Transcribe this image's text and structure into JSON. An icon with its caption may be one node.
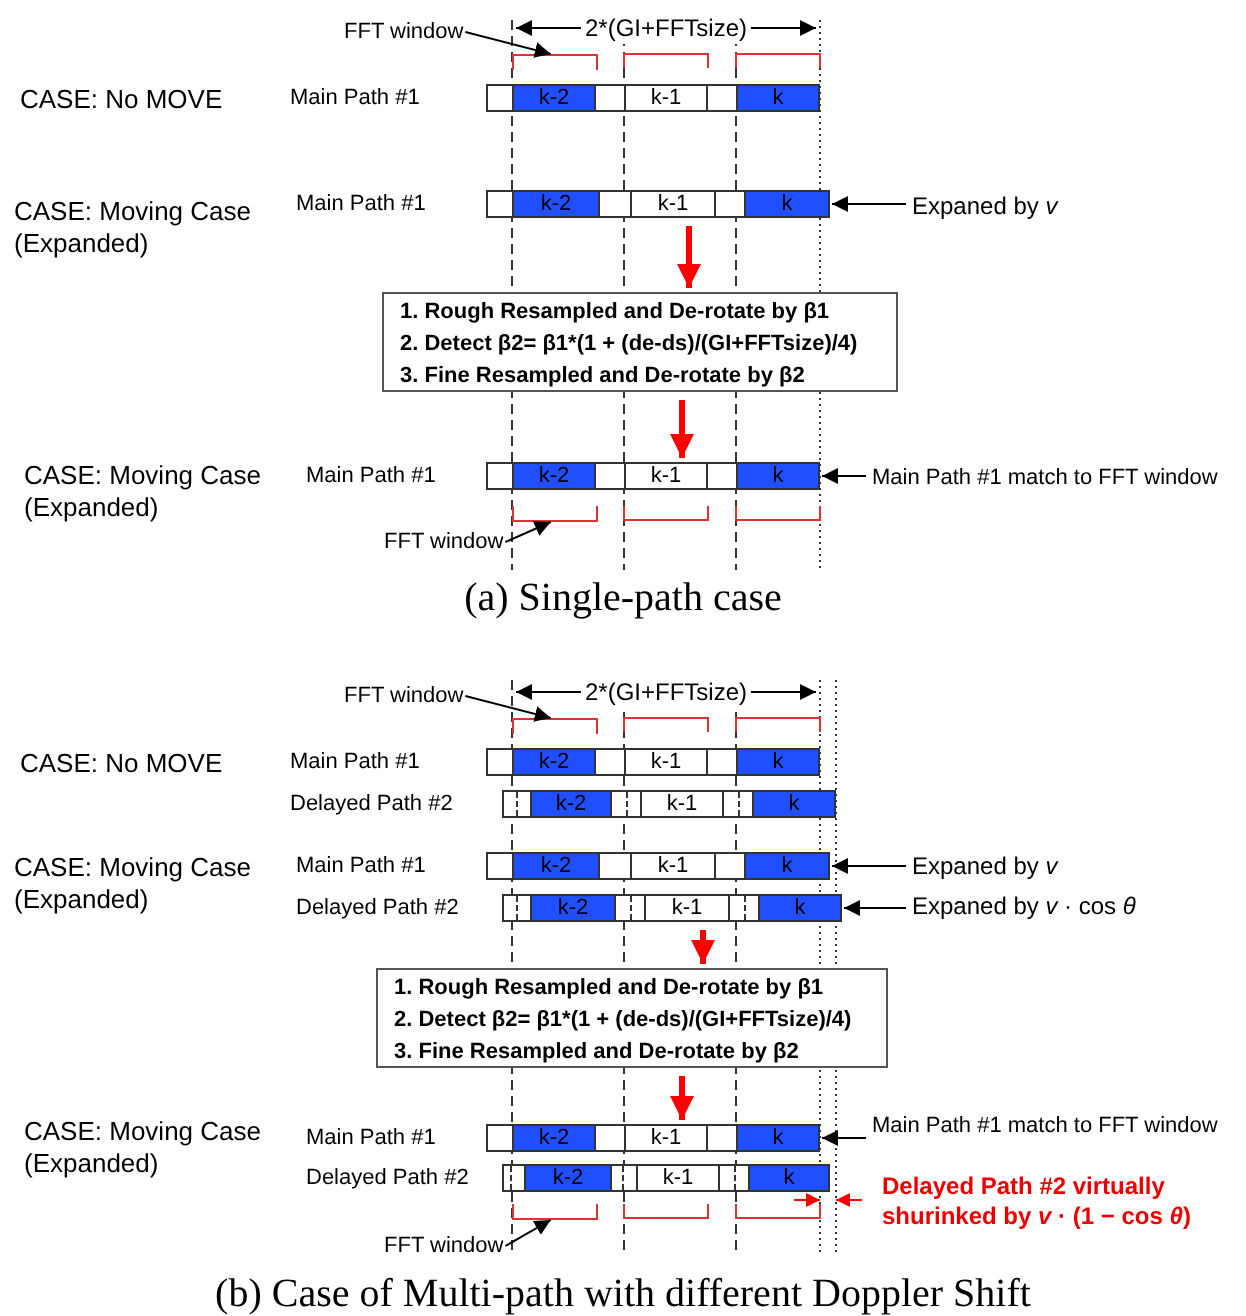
{
  "diagram": {
    "nodes": [
      {
        "text": [
          "FFT window"
        ]
      },
      {
        "text": [
          "Main Path #1"
        ]
      },
      {
        "text": [
          "k-2"
        ],
        "in": 1
      },
      {
        "text": [
          "k-1"
        ],
        "in": 1
      },
      {
        "text": [
          "k"
        ],
        "in": 1
      },
      {
        "text": [
          "Main Path #1"
        ]
      },
      {
        "text": [
          "k-2"
        ],
        "in": 5
      },
      {
        "text": [
          "k-1"
        ],
        "in": 5
      },
      {
        "text": [
          "k"
        ],
        "in": 5
      },
      {
        "text": [
          "Expaned by *v*"
        ]
      },
      {
        "text": [
          "1. Rough Resampled and De-rotate by β1",
          "2. Detect β2= β1*(1 + (de-ds)/(GI+FFTsize)/4)",
          "3. Fine Resampled and De-rotate by β2"
        ]
      },
      {
        "text": [
          "Main Path #1"
        ]
      },
      {
        "text": [
          "k-2"
        ],
        "in": 11
      },
      {
        "text": [
          "k-1"
        ],
        "in": 11
      },
      {
        "text": [
          "k"
        ],
        "in": 11
      },
      {
        "text": [
          "Main Path #1 match to FFT window"
        ]
      },
      {
        "text": [
          "FFT window"
        ]
      },
      {
        "text": [
          "FFT window"
        ]
      },
      {
        "text": [
          "Main Path #1"
        ]
      },
      {
        "text": [
          "k-2"
        ],
        "in": 18
      },
      {
        "text": [
          "k-1"
        ],
        "in": 18
      },
      {
        "text": [
          "k"
        ],
        "in": 18
      },
      {
        "text": [
          "Delayed Path #2"
        ]
      },
      {
        "text": [
          "k-2"
        ],
        "in": 22
      },
      {
        "text": [
          "k-1"
        ],
        "in": 22
      },
      {
        "text": [
          "k"
        ],
        "in": 22
      },
      {
        "text": [
          "Main Path #1"
        ]
      },
      {
        "text": [
          "k-2"
        ],
        "in": 26
      },
      {
        "text": [
          "k-1"
        ],
        "in": 26
      },
      {
        "text": [
          "k"
        ],
        "in": 26
      },
      {
        "text": [
          "Expaned by *v*"
        ]
      },
      {
        "text": [
          "Delayed Path #2"
        ]
      },
      {
        "text": [
          "k-2"
        ],
        "in": 31
      },
      {
        "text": [
          "k-1"
        ],
        "in": 31
      },
      {
        "text": [
          "k"
        ],
        "in": 31
      },
      {
        "text": [
          "Expaned by *v* · cos *θ*"
        ]
      },
      {
        "text": [
          "1. Rough Resampled and De-rotate by β1",
          "2. Detect β2= β1*(1 + (de-ds)/(GI+FFTsize)/4)",
          "3. Fine Resampled and De-rotate by β2"
        ]
      },
      {
        "text": [
          "Main Path #1"
        ]
      },
      {
        "text": [
          "k-2"
        ],
        "in": 37
      },
      {
        "text": [
          "k-1"
        ],
        "in": 37
      },
      {
        "text": [
          "k"
        ],
        "in": 37
      },
      {
        "text": [
          "Main Path #1 match to FFT window"
        ]
      },
      {
        "text": [
          "Delayed Path #2"
        ]
      },
      {
        "text": [
          "k-2"
        ],
        "in": 42
      },
      {
        "text": [
          "k-1"
        ],
        "in": 42
      },
      {
        "text": [
          "k"
        ],
        "in": 42
      },
      {
        "text": [
          "FFT window"
        ]
      },
      {
        "text": [],
        "shape": "bracket"
      },
      {
        "text": [],
        "shape": "bracket"
      },
      {
        "text": [],
        "shape": "bracket"
      },
      {
        "text": [],
        "shape": "bracket"
      }
    ],
    "edges": [
      {
        "from": 0,
        "to": 47,
        "arrow": "to"
      },
      {
        "from": 9,
        "to": 5,
        "arrow": "to"
      },
      {
        "from": 7,
        "to": 10,
        "arrow": "to",
        "style": "thick",
        "color": "#ff0000"
      },
      {
        "from": 10,
        "to": 13,
        "arrow": "to",
        "style": "thick",
        "color": "#ff0000"
      },
      {
        "from": 15,
        "to": 11,
        "arrow": "to"
      },
      {
        "from": 16,
        "to": 48,
        "arrow": "to"
      },
      {
        "from": 17,
        "to": 49,
        "arrow": "to"
      },
      {
        "from": 30,
        "to": 26,
        "arrow": "to"
      },
      {
        "from": 35,
        "to": 31,
        "arrow": "to"
      },
      {
        "from": 33,
        "to": 36,
        "arrow": "to",
        "style": "thick",
        "color": "#ff0000"
      },
      {
        "from": 36,
        "to": 39,
        "arrow": "to",
        "style": "thick",
        "color": "#ff0000"
      },
      {
        "from": 41,
        "to": 37,
        "arrow": "to"
      },
      {
        "from": 46,
        "to": 50,
        "arrow": "to"
      }
    ],
    "labels": [
      "2*(GI+FFTsize)",
      "CASE: No MOVE",
      "CASE: Moving Case (Expanded)",
      "CASE: Moving Case (Expanded)",
      "(a) Single-path case",
      "2*(GI+FFTsize)",
      "CASE: No MOVE",
      "CASE: Moving Case (Expanded)",
      "CASE: Moving Case (Expanded)",
      "Delayed Path #2 virtually shurinked by *v* · (1 − cos *θ*)",
      "(b) Case of Multi-path with different Doppler Shift"
    ]
  }
}
